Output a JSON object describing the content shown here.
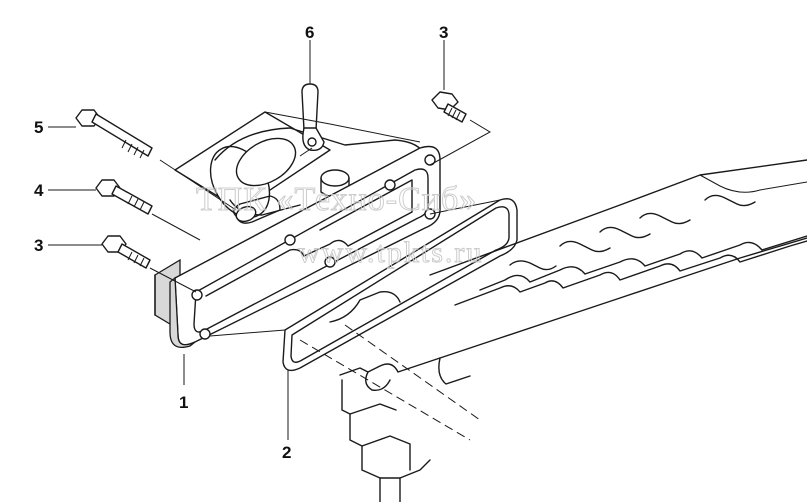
{
  "callouts": {
    "flange": "1",
    "gasket": "2",
    "bolt_top_right": "3",
    "bolt_lower_left": "3",
    "bolt_middle": "4",
    "bolt_long": "5",
    "lifting_bracket": "6"
  },
  "watermark": {
    "line1": "ТПК «Техно-Сиб»",
    "line2": "www.tpkts.ru"
  }
}
